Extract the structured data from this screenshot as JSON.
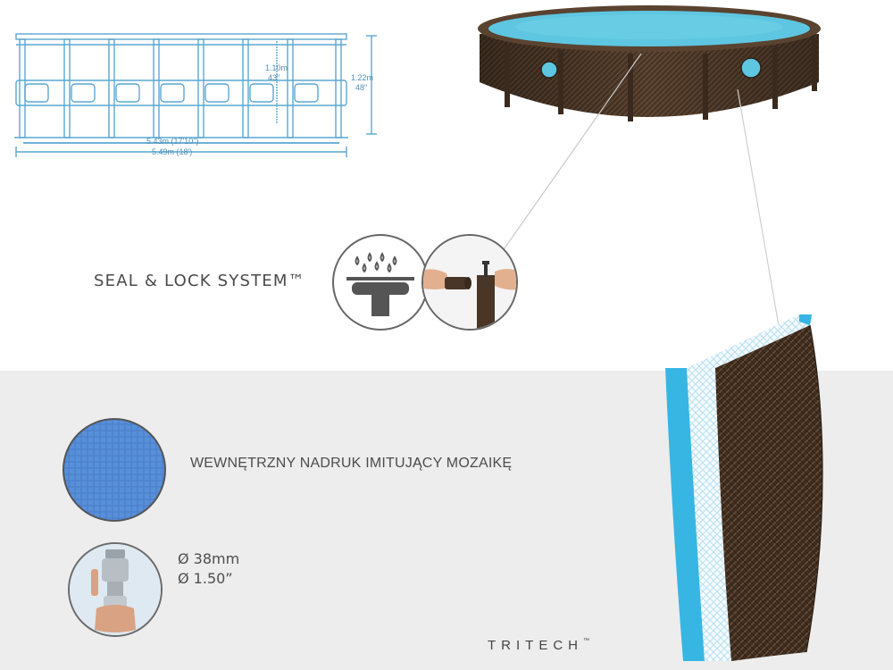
{
  "dimensions": {
    "inner_height": "1.10m",
    "inner_height_in": "43\"",
    "outer_height": "1.22m",
    "outer_height_in": "48\"",
    "inner_diameter": "5.43m (17'10\")",
    "outer_diameter": "5.49m (18')"
  },
  "features": {
    "seal_lock": "SEAL & LOCK SYSTEM™",
    "mosaic": "WEWNĘTRZNY NADRUK IMITUJĄCY MOZAIKĘ",
    "hose_diameter_mm": "Ø 38mm",
    "hose_diameter_in": "Ø 1.50”"
  },
  "brand": {
    "name": "TRITECH",
    "tm": "™"
  },
  "colors": {
    "diagram_blue": "#5aa7d2",
    "pool_water": "#5ec6e0",
    "rattan_brown": "#4a3626",
    "mosaic_blue": "#3f78c9",
    "band_gray": "#ededed"
  }
}
